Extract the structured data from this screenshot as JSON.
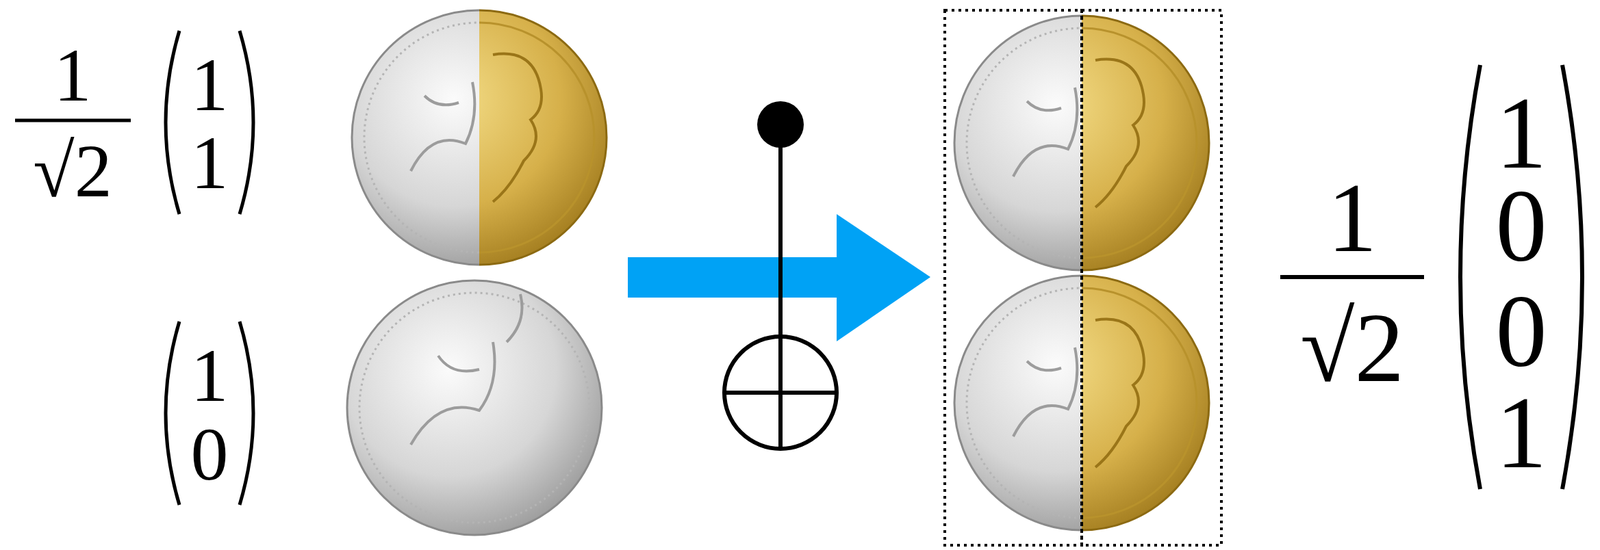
{
  "diagram": {
    "labels": [
      "1",
      "√2",
      "1",
      "1",
      "1",
      "0",
      "1",
      "√2",
      "1",
      "0",
      "0",
      "1"
    ]
  }
}
